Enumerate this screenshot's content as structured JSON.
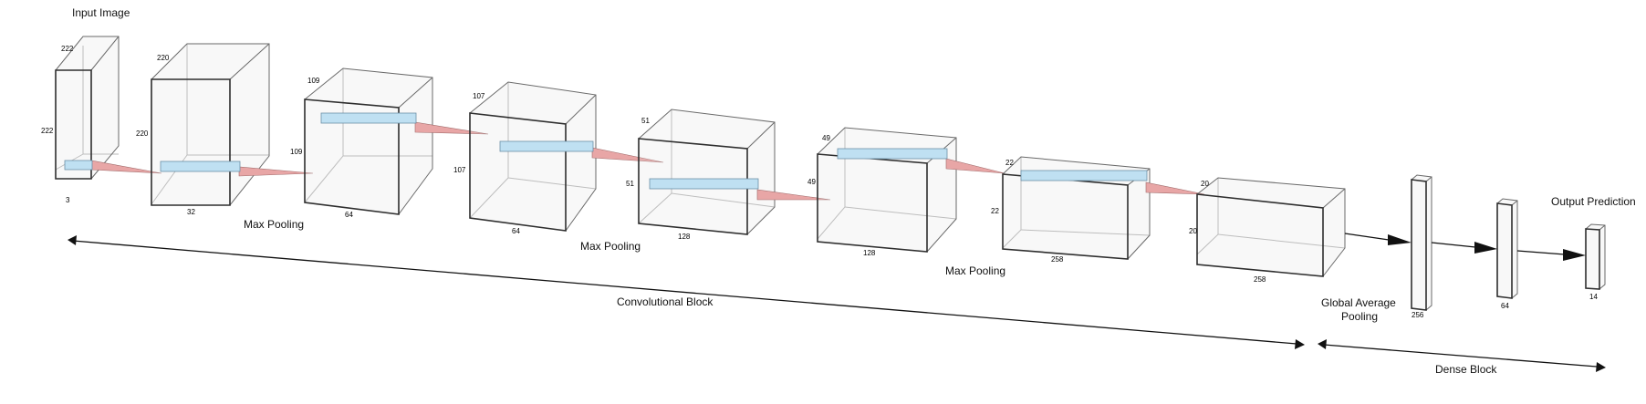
{
  "labels": {
    "input_image": "Input Image",
    "max_pooling_1": "Max Pooling",
    "max_pooling_2": "Max Pooling",
    "max_pooling_3": "Max Pooling",
    "convolutional_block": "Convolutional Block",
    "global_average_pooling_line1": "Global Average",
    "global_average_pooling_line2": "Pooling",
    "dense_block": "Dense Block",
    "output_prediction": "Output Prediction"
  },
  "layers": [
    {
      "height": "222",
      "width": "222",
      "depth": "3"
    },
    {
      "height": "220",
      "width": "220",
      "depth": "32"
    },
    {
      "height": "109",
      "width": "109",
      "depth": "64"
    },
    {
      "height": "107",
      "width": "107",
      "depth": "64"
    },
    {
      "height": "51",
      "width": "51",
      "depth": "128"
    },
    {
      "height": "49",
      "width": "49",
      "depth": "128"
    },
    {
      "height": "22",
      "width": "22",
      "depth": "258"
    },
    {
      "height": "20",
      "width": "20",
      "depth": "258"
    }
  ],
  "dense": [
    {
      "units": "256"
    },
    {
      "units": "64"
    },
    {
      "units": "14"
    }
  ]
}
